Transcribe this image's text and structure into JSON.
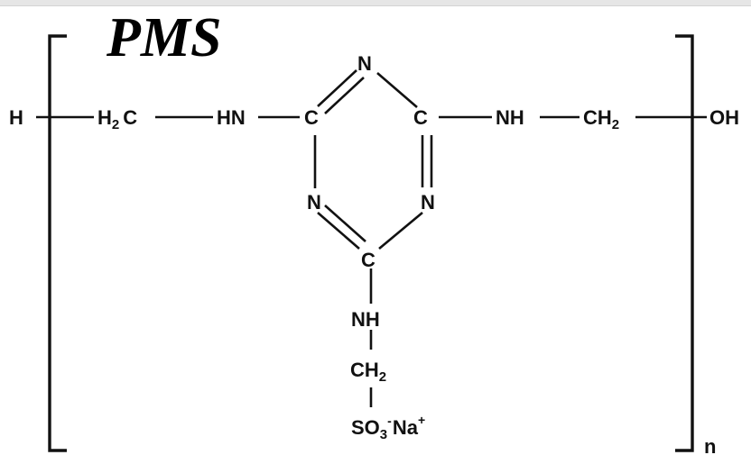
{
  "title": "PMS",
  "repeat_index": "n",
  "end_groups": {
    "left": "H",
    "right": "OH"
  },
  "chain": {
    "left_ch2": {
      "main": "H",
      "sub": "2",
      "tail": "C"
    },
    "left_nh": "HN",
    "right_nh": "NH",
    "right_ch2": {
      "main": "CH",
      "sub": "2"
    }
  },
  "ring": {
    "n_top": "N",
    "c_left": "C",
    "c_right": "C",
    "n_left": "N",
    "n_right": "N",
    "c_bottom": "C"
  },
  "side_chain": {
    "nh": "NH",
    "ch2": {
      "main": "CH",
      "sub": "2"
    },
    "sulfonate": {
      "s": "SO",
      "sub": "3",
      "sup_minus": "-",
      "na": "Na",
      "sup_plus": "+"
    }
  },
  "colors": {
    "ink": "#111111",
    "background": "#ffffff"
  }
}
